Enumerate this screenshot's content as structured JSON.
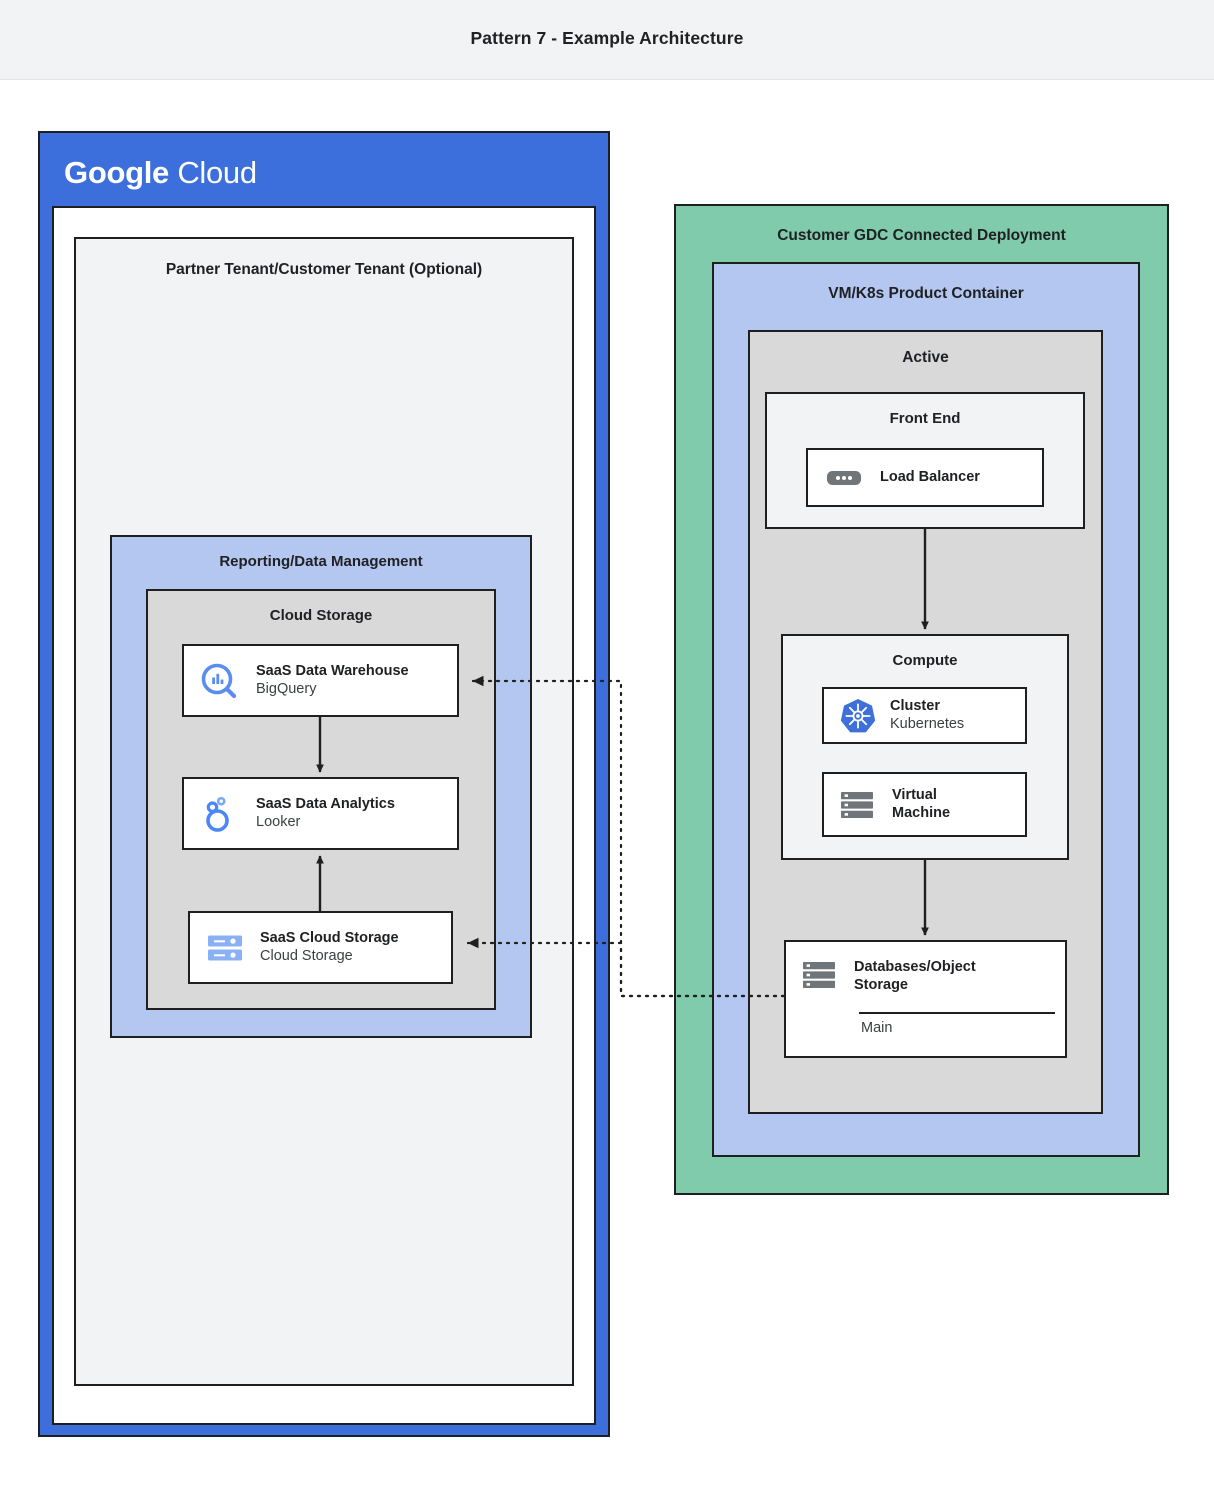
{
  "page": {
    "title": "Pattern 7 - Example Architecture"
  },
  "colors": {
    "google_blue": "#3c6fdb",
    "light_blue": "#b4c7f0",
    "green": "#7fcbab",
    "gray": "#d9d9d9",
    "light_gray": "#f1f3f4",
    "border": "#1f1f1f",
    "icon_blue": "#5b8def",
    "icon_gray": "#70757a"
  },
  "google_cloud": {
    "logo_bold": "Google",
    "logo_light": "Cloud",
    "tenant": {
      "title": "Partner Tenant/Customer Tenant (Optional)",
      "reporting": {
        "title": "Reporting/Data Management",
        "cloud_storage": {
          "title": "Cloud Storage",
          "nodes": [
            {
              "icon": "bigquery-icon",
              "name": "SaaS Data Warehouse",
              "product": "BigQuery"
            },
            {
              "icon": "looker-icon",
              "name": "SaaS Data Analytics",
              "product": "Looker"
            },
            {
              "icon": "cloud-storage-icon",
              "name": "SaaS Cloud Storage",
              "product": "Cloud Storage"
            }
          ]
        }
      }
    }
  },
  "customer_deployment": {
    "title": "Customer GDC Connected Deployment",
    "product_container": {
      "title": "VM/K8s Product Container",
      "active": {
        "title": "Active",
        "front_end": {
          "title": "Front End",
          "node": {
            "icon": "load-balancer-icon",
            "name": "Load Balancer"
          }
        },
        "compute": {
          "title": "Compute",
          "nodes": [
            {
              "icon": "kubernetes-icon",
              "name": "Cluster",
              "product": "Kubernetes"
            },
            {
              "icon": "virtual-machine-icon",
              "name": "Virtual",
              "name2": "Machine"
            }
          ]
        },
        "database": {
          "icon": "database-storage-icon",
          "name": "Databases/Object",
          "name2": "Storage",
          "sub": "Main"
        }
      }
    }
  },
  "connections": [
    {
      "from": "databases-object-storage",
      "to": "saas-data-warehouse",
      "style": "dotted",
      "direction": "left"
    },
    {
      "from": "databases-object-storage",
      "to": "saas-cloud-storage",
      "style": "dotted",
      "direction": "left"
    },
    {
      "from": "saas-data-warehouse",
      "to": "saas-data-analytics",
      "style": "solid",
      "direction": "down"
    },
    {
      "from": "saas-cloud-storage",
      "to": "saas-data-analytics",
      "style": "solid",
      "direction": "up"
    },
    {
      "from": "load-balancer",
      "to": "compute",
      "style": "solid",
      "direction": "down"
    },
    {
      "from": "compute",
      "to": "databases-object-storage",
      "style": "solid",
      "direction": "down"
    }
  ]
}
